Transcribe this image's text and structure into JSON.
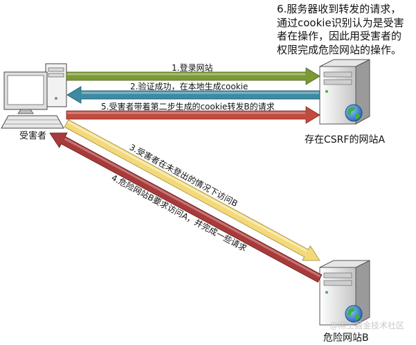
{
  "note": {
    "lines": [
      "6.服务器收到转发的请求，",
      "通过cookie识别认为是受害",
      "者在操作，因此用受害者的",
      "权限完成危险网站的操作。"
    ]
  },
  "victim": {
    "label": "受害者",
    "icon": "computer-icon"
  },
  "site_a": {
    "label": "存在CSRF的网站A",
    "icon": "server-icon"
  },
  "site_b": {
    "label": "危险网站B",
    "icon": "server-icon"
  },
  "arrows": [
    {
      "label": "1.登录网站",
      "color": "#7b9a36"
    },
    {
      "label": "2.验证成功，在本地生成cookie",
      "color": "#3d8ba3"
    },
    {
      "label": "3.受害者在未登出的情况下访问B",
      "color": "#f3d978"
    },
    {
      "label": "4.危险网站B要求访问A，并完成一些请求",
      "color": "#a93a3a"
    },
    {
      "label": "5.受害者带着第二步生成的cookie转发B的请求",
      "color": "#c24a3e"
    }
  ],
  "watermark": "@稀土掘金技术社区"
}
